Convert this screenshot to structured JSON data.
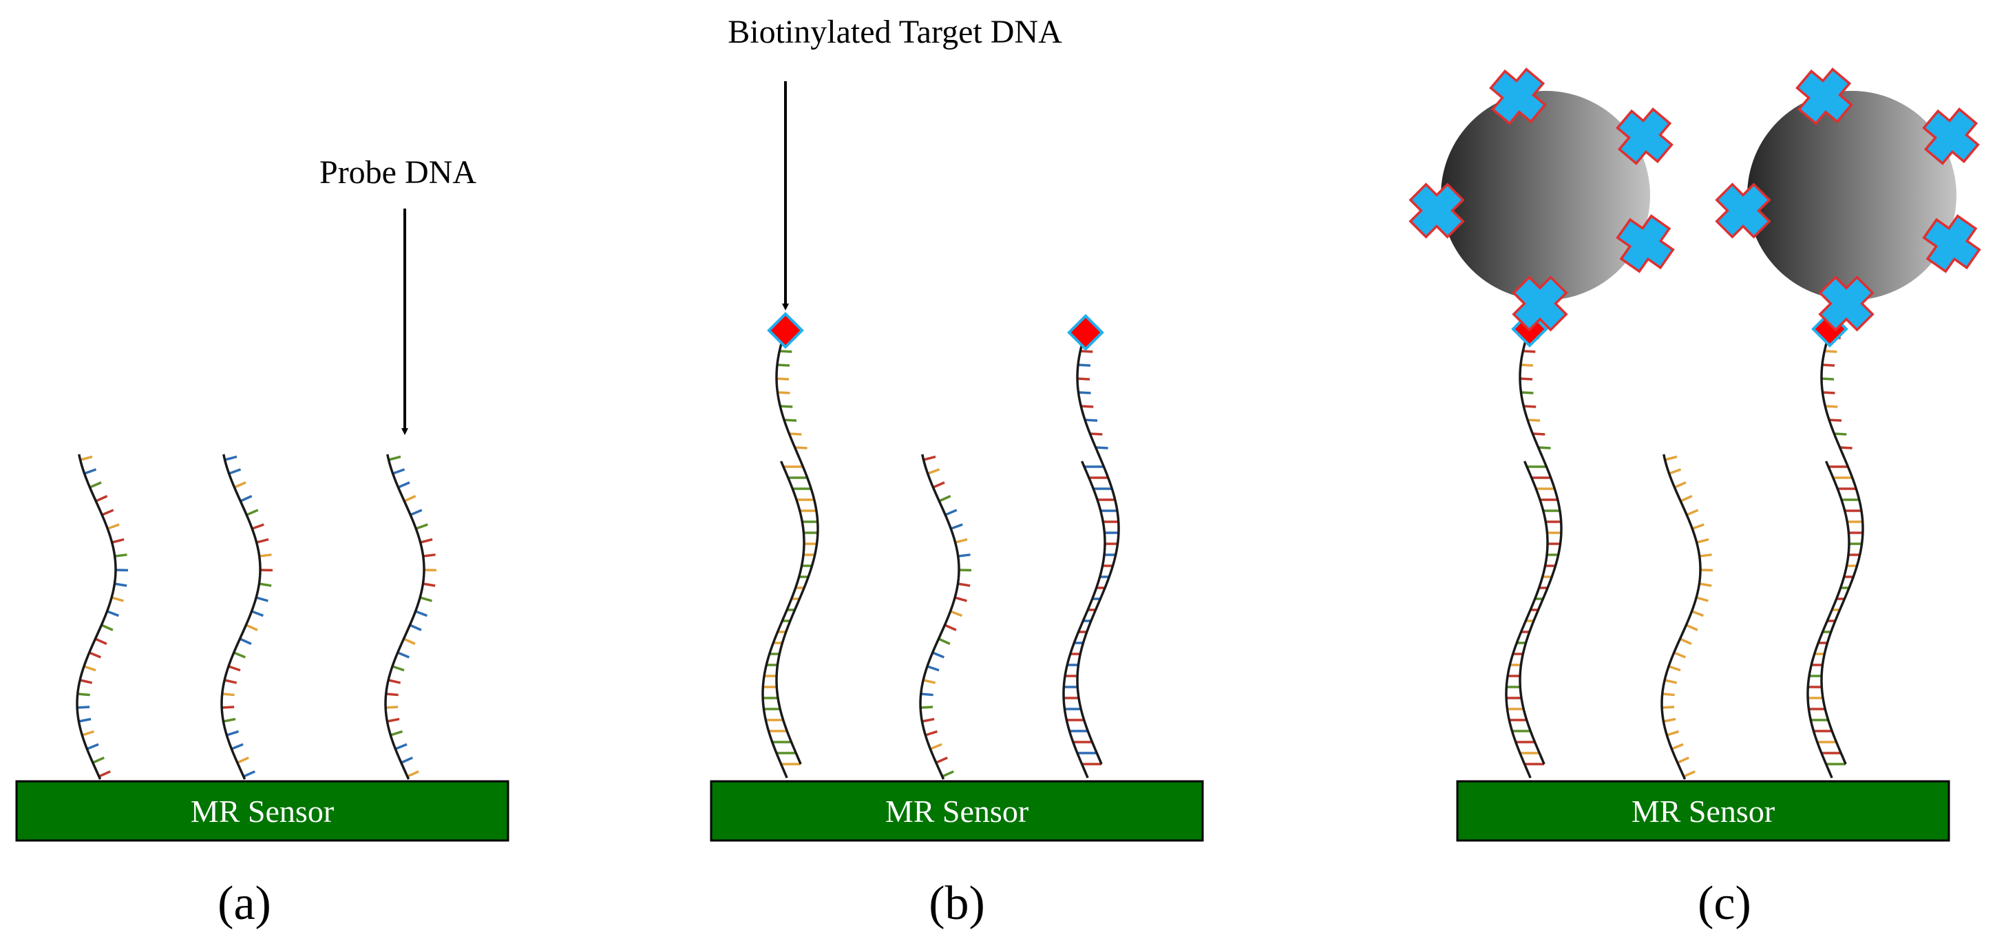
{
  "annotations": {
    "probe_dna": "Probe DNA",
    "biotinylated_target_dna": "Biotinylated Target DNA"
  },
  "colors": {
    "sensor_fill": "#007500",
    "sensor_stroke": "#000000",
    "backbone": "#1a1a1a",
    "base_colors": [
      "#c0392b",
      "#e3a33b",
      "#2e6db4",
      "#5a8f29"
    ],
    "biotin_fill": "#ff0000",
    "biotin_stroke": "#1fb0ee",
    "streptavidin_fill": "#1fb0ee",
    "streptavidin_stroke": "#e03030",
    "bead_light": "#c4c4c4",
    "bead_dark": "#262626"
  },
  "panels": [
    {
      "id": "a",
      "caption": "(a)",
      "sensor_label": "MR Sensor",
      "probe_strands": 3,
      "hybridized_strands": 0,
      "magnetic_beads": 0
    },
    {
      "id": "b",
      "caption": "(b)",
      "sensor_label": "MR Sensor",
      "probe_strands": 3,
      "hybridized_strands": 2,
      "magnetic_beads": 0
    },
    {
      "id": "c",
      "caption": "(c)",
      "sensor_label": "MR Sensor",
      "probe_strands": 3,
      "hybridized_strands": 2,
      "magnetic_beads": 2
    }
  ]
}
